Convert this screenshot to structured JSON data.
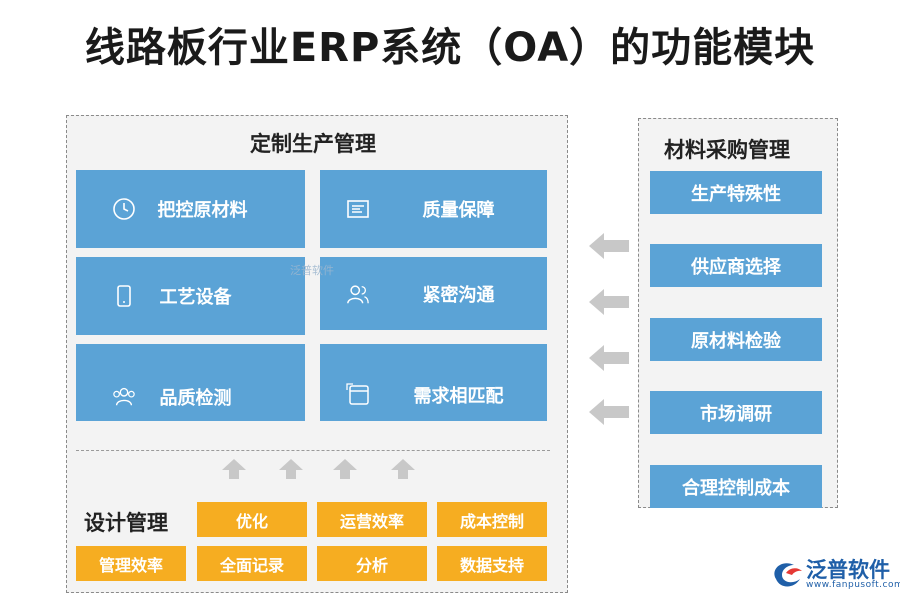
{
  "title": "线路板行业ERP系统（OA）的功能模块",
  "production": {
    "heading": "定制生产管理",
    "boxes": [
      {
        "label": "把控原材料",
        "icon": "clock-icon"
      },
      {
        "label": "质量保障",
        "icon": "document-icon"
      },
      {
        "label": "工艺设备",
        "icon": "phone-icon"
      },
      {
        "label": "紧密沟通",
        "icon": "person-icon"
      },
      {
        "label": "品质检测",
        "icon": "group-icon"
      },
      {
        "label": "需求相匹配",
        "icon": "window-icon"
      }
    ]
  },
  "design": {
    "heading": "设计管理",
    "items": [
      "优化",
      "运营效率",
      "成本控制",
      "管理效率",
      "全面记录",
      "分析",
      "数据支持"
    ]
  },
  "procurement": {
    "heading": "材料采购管理",
    "items": [
      "生产特殊性",
      "供应商选择",
      "原材料检验",
      "市场调研",
      "合理控制成本"
    ]
  },
  "watermark": "泛普软件",
  "brand": {
    "name": "泛普软件",
    "url": "www.fanpusoft.com"
  },
  "colors": {
    "blue": "#5ba3d6",
    "orange": "#f6ad21",
    "arrow": "#c8c8c8",
    "panel": "#f3f3f3"
  }
}
